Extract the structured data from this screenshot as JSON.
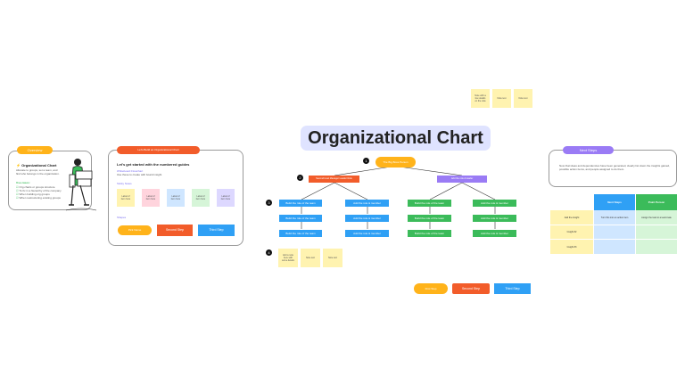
{
  "colors": {
    "orange": "#ffb31a",
    "red": "#f25c2a",
    "blue": "#2fa0f5",
    "green": "#3bbb5a",
    "purple": "#9a7bf5",
    "title_bg": "#dfe3ff",
    "sticky_yellow": "#fff3b0",
    "sticky_pink": "#ffd4dd",
    "sticky_blue": "#cfe6ff",
    "sticky_green": "#d6f5d8",
    "sticky_purple": "#ddd8ff"
  },
  "overview": {
    "tag": "Overview",
    "title": "⚡ Organizational Chart",
    "description": "Allocate to groups, set a team, and find who belongs in the organization.",
    "list_title": "Use cases:",
    "items": [
      "Org charts or groups structure",
      "To fix in a hierarchy of the company",
      "When building org groups",
      "When restructuring existing groups"
    ]
  },
  "guide": {
    "tag": "Let's Build an Organizational Chart",
    "heading": "Let's get started with the numbered guides",
    "sub_link": "Whiteboard Flowchart",
    "sub_text": "Use these to create with board insight",
    "notes_label": "Sticky Notes",
    "notes": [
      "Label of item here",
      "Label of item here",
      "Label of item here",
      "Label of item here",
      "Label of item here"
    ],
    "shapes_label": "Shapes",
    "shapes": [
      "Pick Name",
      "Second Step",
      "Third Step"
    ]
  },
  "title": "Organizational Chart",
  "org": {
    "steps": [
      "1",
      "2",
      "3",
      "4"
    ],
    "top": "The Big Boss Person",
    "managers": [
      "Second level Manager Leader Role",
      "Add the role & leader"
    ],
    "col_labels": [
      [
        "Build the role of the team",
        "Build the role of the team",
        "Build the role of the team"
      ],
      [
        "Add the role & member",
        "Add the role & member",
        "Add the role & member"
      ],
      [
        "Build the role of the team",
        "Build the role of the team",
        "Build the role of the team"
      ],
      [
        "Add the role & member",
        "Add the role & member",
        "Add the role & member"
      ]
    ],
    "notes_top": [
      "Note with a few details on the side",
      "Note text",
      "Note text"
    ],
    "notes_bottom": [
      "Add a note here with some details",
      "Note text",
      "Note text"
    ],
    "buttons": [
      "First Step",
      "Second Step",
      "Third Step"
    ]
  },
  "next": {
    "tag": "Next Steps",
    "text": "Now that ideas and dependencies have been generated, clearly list down the insights gained, possible action items, and people assigned to do them."
  },
  "table": {
    "headers": [
      "",
      "Next Steps",
      "Point Person"
    ],
    "rows": [
      [
        "Add the insight",
        "Turn this into an action item",
        "Assign the task to a teammate"
      ],
      [
        "Insight #2",
        "",
        ""
      ],
      [
        "Insight #3",
        "",
        ""
      ]
    ]
  }
}
